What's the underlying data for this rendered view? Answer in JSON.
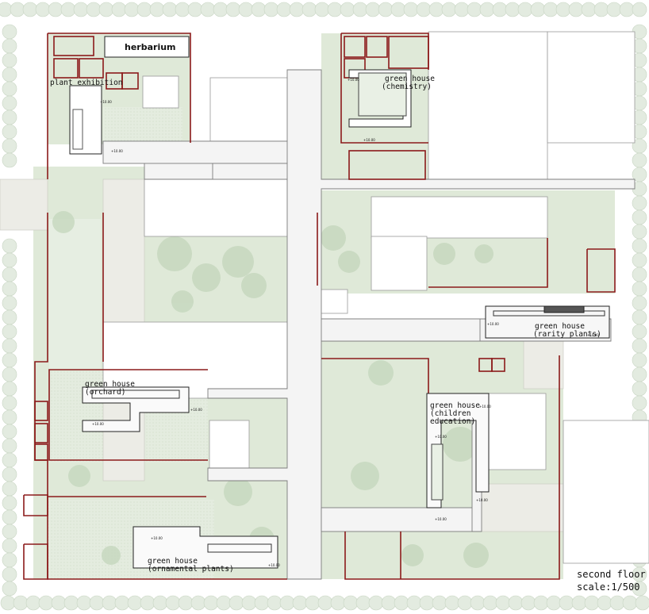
{
  "title": {
    "floor": "second floor",
    "scale": "scale:1/500"
  },
  "labels": {
    "herbarium": "herbarium",
    "plant_exhibition": "plant exhibition",
    "gh_chemistry_1": "green house",
    "gh_chemistry_2": "(chemistry)",
    "gh_rarity_1": "green house",
    "gh_rarity_2": "(rarity plants)",
    "gh_orchard_1": "green house",
    "gh_orchard_2": "(orchard)",
    "gh_children_1": "green house",
    "gh_children_2": "(children",
    "gh_children_3": "education)",
    "gh_ornamental_1": "green house",
    "gh_ornamental_2": "(ornamental plants)"
  },
  "levels": {
    "l1": "+10.00",
    "l2": "+10.00",
    "l3": "+10.00",
    "l4": "+10.00",
    "l5": "+10.00",
    "l6": "+10.00",
    "l7": "+10.00",
    "l8": "+10.00",
    "l9": "+10.00",
    "l10": "+10.00",
    "l11": "+10.00",
    "l12": "+10.00",
    "l13": "+10.00",
    "l14": "+10.00"
  },
  "colors": {
    "lawn": "#dfe9d8",
    "lawn_dark": "#cfdcc6",
    "tree": "#b9cdb1",
    "walk": "#ecece6",
    "building": "#ffffff",
    "wall": "#8b1a1a",
    "outline": "#333333"
  }
}
